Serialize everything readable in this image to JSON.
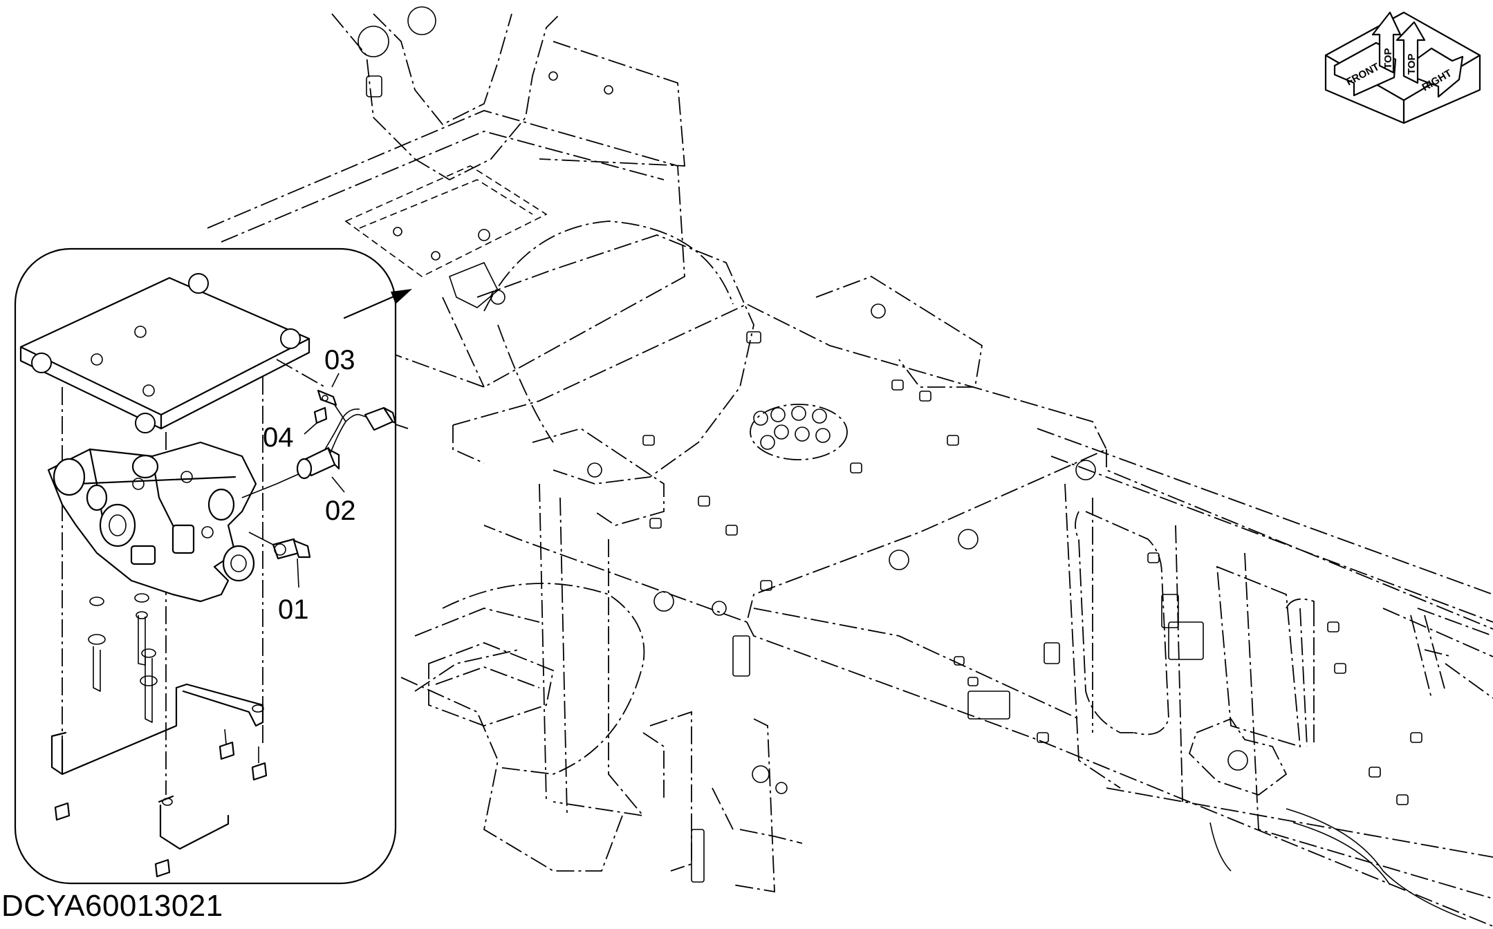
{
  "drawing": {
    "id": "DCYA60013021"
  },
  "callouts": [
    {
      "label": "01"
    },
    {
      "label": "02"
    },
    {
      "label": "03"
    },
    {
      "label": "04"
    }
  ],
  "orientation": {
    "top_left": "TOP",
    "top_right": "TOP",
    "front": "FRONT",
    "right": "RIGHT"
  }
}
